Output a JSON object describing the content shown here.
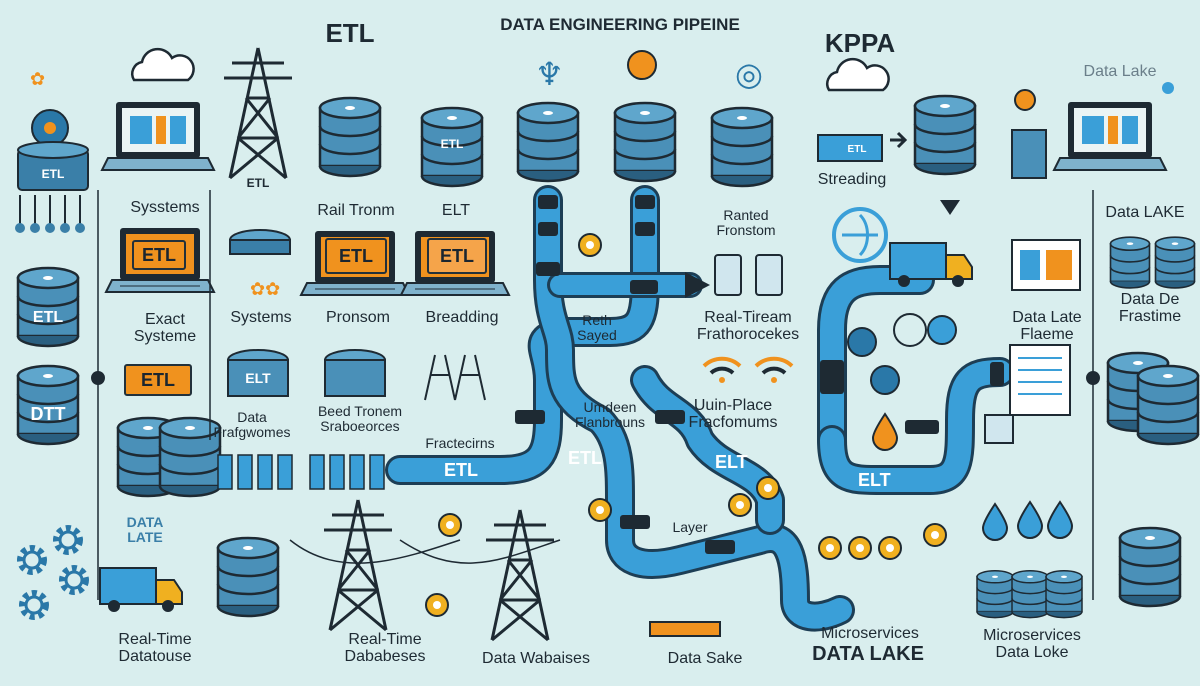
{
  "header": {
    "title": "DATA ENGINEERING PIPEINE",
    "etl_heading": "ETL",
    "kppa_heading": "KPPA"
  },
  "labels": {
    "data_lake_top_right_faded": "Data Lake",
    "data_lake_right": "Data LAKE",
    "data_de_frastime": "Data De\nFrastime",
    "streading": "Streading",
    "systems_1": "Sysstems",
    "rail_tronm": "Rail Tronm",
    "elt_label": "ELT",
    "ranted_fronstom": "Ranted\nFronstom",
    "exact_systeme": "Exact\nSysteme",
    "systems_2": "Systems",
    "pronsom": "Pronsom",
    "breadding": "Breadding",
    "reth_sayed": "Reth\nSayed",
    "real_tiream": "Real-Tiream\nFrathorocekes",
    "data_late_flaeme": "Data Late\nFlaeme",
    "data_frafgwomes": "Data\nFrafgwomes",
    "beed_tronem": "Beed Tronem\nSraboeorces",
    "fractecirns": "Fractecirns",
    "umdeen_flanbrouns": "Umdeen\nFlanbrouns",
    "uuin_place": "Uuin-Place\nFracfomums",
    "data_late_left": "DATA\nLATE",
    "layer": "Layer",
    "real_time_datatouse": "Real-Time\nDatatouse",
    "real_time_dababeses": "Real-Time\nDababeses",
    "data_wabaises": "Data Wabaises",
    "data_sake": "Data  Sake",
    "microservices_1": "Microservices",
    "data_lake_bold": "DATA LAKE",
    "microservices_2": "Microservices\nData Loke"
  },
  "badges": {
    "etl_1": "ETL",
    "etl_2": "ETL",
    "etl_3": "ETL",
    "etl_4": "ETL"
  },
  "device_labels": {
    "etl_db_1": "ETL",
    "dtt_db": "DTT",
    "elt_db": "ELT",
    "etl_stand": "ETL",
    "etl_tower": "ETL",
    "etl_db_top": "ETL",
    "etl_orb": "ETL"
  },
  "pipe_labels": {
    "pipe_etl_1": "ETL",
    "pipe_etl_2": "ETL",
    "pipe_elt_1": "ELT",
    "pipe_elt_2": "ELT"
  },
  "colors": {
    "background": "#d9eeee",
    "pipe": "#3a9fd8",
    "pipe_edge": "#1d3e55",
    "db_body": "#4a90b8",
    "db_band": "#2a5f80",
    "accent": "#f0921e",
    "outline": "#1e2a33"
  },
  "icons": [
    "database-icon",
    "laptop-icon",
    "monitor-icon",
    "cloud-icon",
    "tower-icon",
    "pipeline-icon",
    "truck-icon",
    "gear-icon",
    "drop-icon",
    "wifi-icon",
    "globe-icon",
    "flame-icon",
    "arrow-icon",
    "document-icon"
  ]
}
